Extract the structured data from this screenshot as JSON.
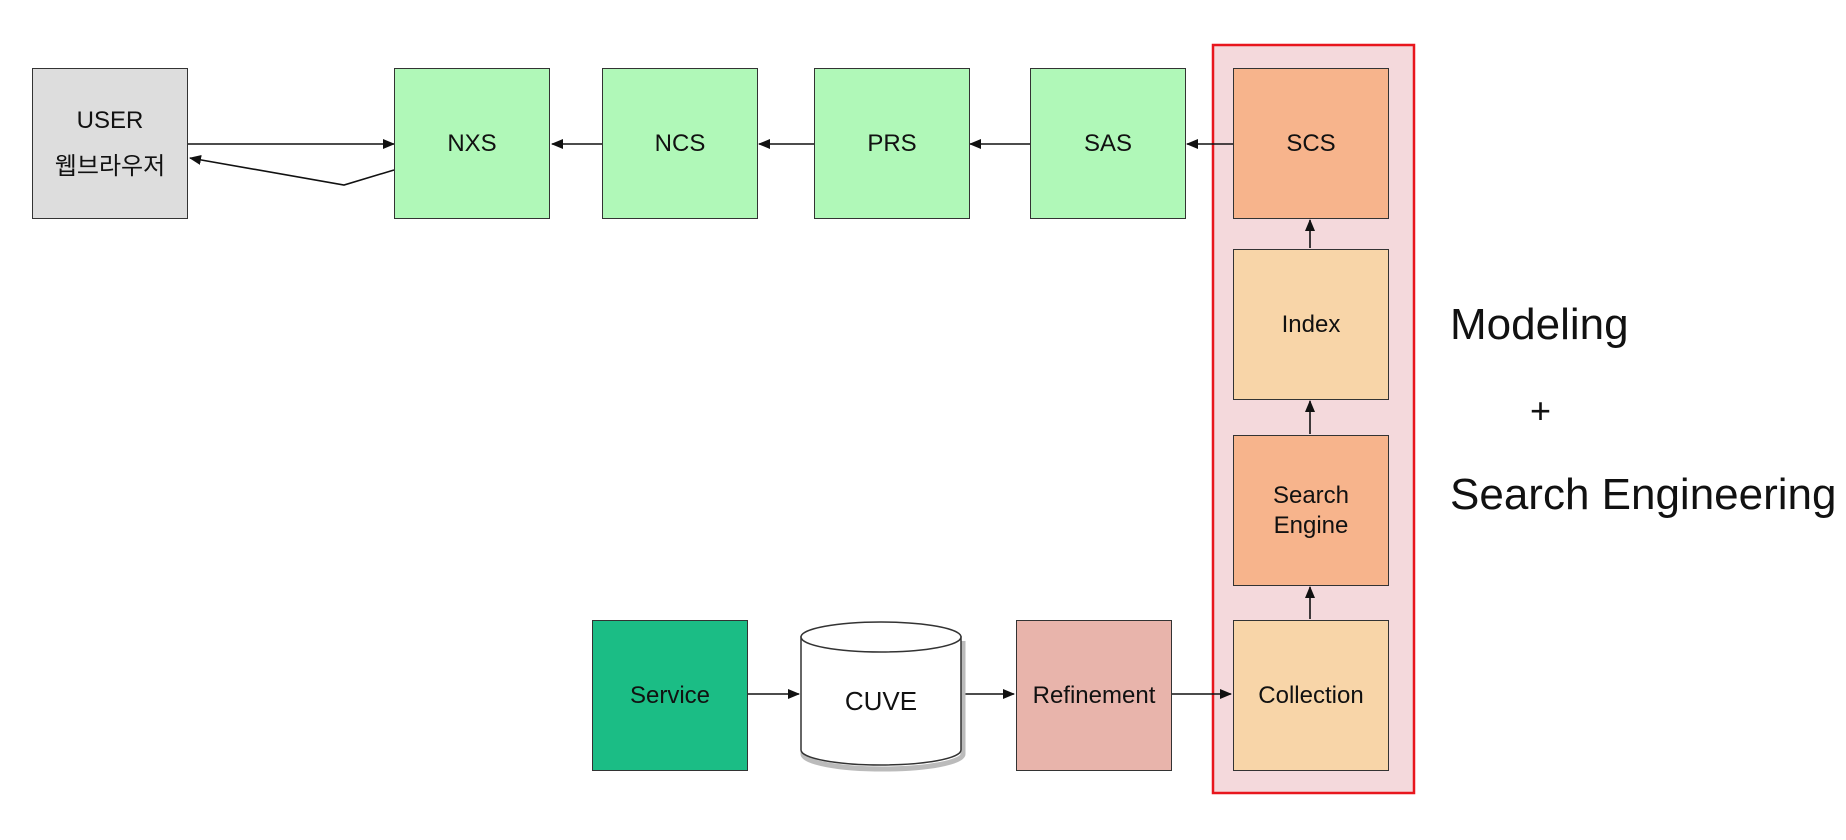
{
  "nodes": {
    "user": {
      "line1": "USER",
      "line2": "웹브라우저",
      "color": "#dddddd"
    },
    "nxs": {
      "label": "NXS",
      "color": "#b0f8b8"
    },
    "ncs": {
      "label": "NCS",
      "color": "#b0f8b8"
    },
    "prs": {
      "label": "PRS",
      "color": "#b0f8b8"
    },
    "sas": {
      "label": "SAS",
      "color": "#b0f8b8"
    },
    "scs": {
      "label": "SCS",
      "color": "#f7b48c"
    },
    "index": {
      "label": "Index",
      "color": "#f8d5a8"
    },
    "search_engine": {
      "line1": "Search",
      "line2": "Engine",
      "color": "#f7b48c"
    },
    "collection": {
      "label": "Collection",
      "color": "#f8d5a8"
    },
    "service": {
      "label": "Service",
      "color": "#1bbd85"
    },
    "cuve": {
      "label": "CUVE",
      "color": "#ffffff"
    },
    "refinement": {
      "label": "Refinement",
      "color": "#e8b4ab"
    }
  },
  "highlight": {
    "border_color": "#e8161d",
    "fill_color": "#f4d9dc"
  },
  "side_text": {
    "line1": "Modeling",
    "plus": "+",
    "line2": "Search Engineering"
  }
}
